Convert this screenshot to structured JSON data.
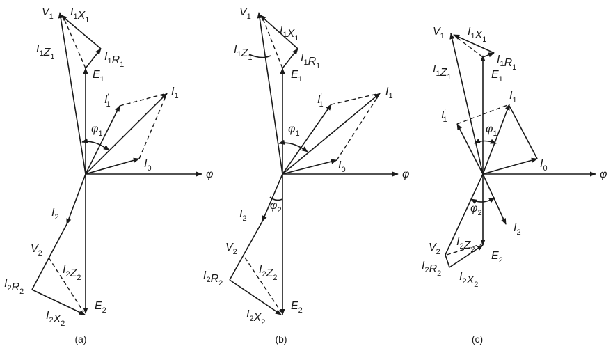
{
  "panels": [
    {
      "id": "a",
      "caption": "(a)",
      "labels": {
        "V1": [
          "V",
          "1"
        ],
        "I1X1": [
          "I",
          "1",
          "X",
          "1"
        ],
        "I1Z1": [
          "I",
          "1",
          "Z",
          "1"
        ],
        "I1R1": [
          "I",
          "1",
          "R",
          "1"
        ],
        "E1": [
          "E",
          "1"
        ],
        "I1p": [
          "I",
          "1",
          "′"
        ],
        "I1": [
          "I",
          "1"
        ],
        "phi1": [
          "φ",
          "1"
        ],
        "I0": [
          "I",
          "0"
        ],
        "phi": [
          "φ"
        ],
        "I2": [
          "I",
          "2"
        ],
        "V2": [
          "V",
          "2"
        ],
        "I2Z2": [
          "I",
          "2",
          "Z",
          "2"
        ],
        "I2R2": [
          "I",
          "2",
          "R",
          "2"
        ],
        "I2X2": [
          "I",
          "2",
          "X",
          "2"
        ],
        "E2": [
          "E",
          "2"
        ]
      }
    },
    {
      "id": "b",
      "caption": "(b)",
      "labels": {
        "V1": [
          "V",
          "1"
        ],
        "I1X1": [
          "I",
          "1",
          "X",
          "1"
        ],
        "I1Z1": [
          "I",
          "1",
          "Z",
          "1"
        ],
        "I1R1": [
          "I",
          "1",
          "R",
          "1"
        ],
        "E1": [
          "E",
          "1"
        ],
        "I1p": [
          "I",
          "1",
          "′"
        ],
        "I1": [
          "I",
          "1"
        ],
        "phi1": [
          "φ",
          "1"
        ],
        "I0": [
          "I",
          "0"
        ],
        "phi": [
          "φ"
        ],
        "phi2": [
          "φ",
          "2"
        ],
        "I2": [
          "I",
          "2"
        ],
        "V2": [
          "V",
          "2"
        ],
        "I2Z2": [
          "I",
          "2",
          "Z",
          "2"
        ],
        "I2R2": [
          "I",
          "2",
          "R",
          "2"
        ],
        "I2X2": [
          "I",
          "2",
          "X",
          "2"
        ],
        "E2": [
          "E",
          "2"
        ]
      }
    },
    {
      "id": "c",
      "caption": "(c)",
      "labels": {
        "V1": [
          "V",
          "1"
        ],
        "I1X1": [
          "I",
          "1",
          "X",
          "1"
        ],
        "I1Z1": [
          "I",
          "1",
          "Z",
          "1"
        ],
        "I1R1": [
          "I",
          "1",
          "R",
          "1"
        ],
        "E1": [
          "E",
          "1"
        ],
        "I1p": [
          "I",
          "1",
          "′"
        ],
        "I1": [
          "I",
          "1"
        ],
        "phi1": [
          "φ",
          "1"
        ],
        "I0": [
          "I",
          "0"
        ],
        "phi": [
          "φ"
        ],
        "phi2": [
          "φ",
          "2"
        ],
        "I2": [
          "I",
          "2"
        ],
        "V2": [
          "V",
          "2"
        ],
        "I2Z2": [
          "I",
          "2",
          "Z",
          "2"
        ],
        "I2R2": [
          "I",
          "2",
          "R",
          "2"
        ],
        "I2X2": [
          "I",
          "2",
          "X",
          "2"
        ],
        "E2": [
          "E",
          "2"
        ]
      }
    }
  ]
}
